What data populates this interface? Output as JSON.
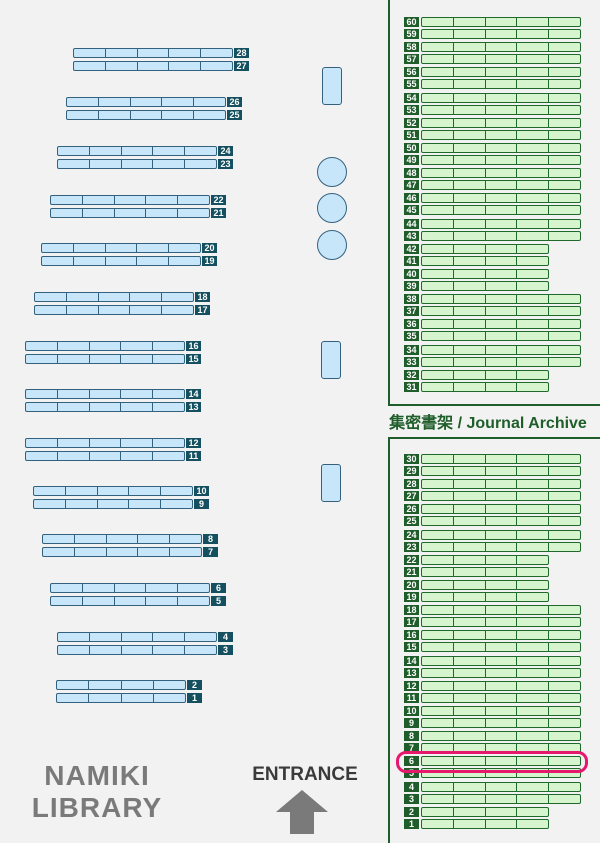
{
  "library": {
    "name_line1": "NAMIKI",
    "name_line2": "LIBRARY"
  },
  "entrance": {
    "label": "ENTRANCE"
  },
  "journal_archive": {
    "label": "集密書架 / Journal Archive"
  },
  "general_shelves": [
    {
      "number": "28",
      "row": 0,
      "pos": "upper"
    },
    {
      "number": "27",
      "row": 0,
      "pos": "lower"
    },
    {
      "number": "26",
      "row": 1,
      "pos": "upper"
    },
    {
      "number": "25",
      "row": 1,
      "pos": "lower"
    },
    {
      "number": "24",
      "row": 2,
      "pos": "upper"
    },
    {
      "number": "23",
      "row": 2,
      "pos": "lower"
    },
    {
      "number": "22",
      "row": 3,
      "pos": "upper"
    },
    {
      "number": "21",
      "row": 3,
      "pos": "lower"
    },
    {
      "number": "20",
      "row": 4,
      "pos": "upper"
    },
    {
      "number": "19",
      "row": 4,
      "pos": "lower"
    },
    {
      "number": "18",
      "row": 5,
      "pos": "upper"
    },
    {
      "number": "17",
      "row": 5,
      "pos": "lower"
    },
    {
      "number": "16",
      "row": 6,
      "pos": "upper"
    },
    {
      "number": "15",
      "row": 6,
      "pos": "lower"
    },
    {
      "number": "14",
      "row": 7,
      "pos": "upper"
    },
    {
      "number": "13",
      "row": 7,
      "pos": "lower"
    },
    {
      "number": "12",
      "row": 8,
      "pos": "upper"
    },
    {
      "number": "11",
      "row": 8,
      "pos": "lower"
    },
    {
      "number": "10",
      "row": 9,
      "pos": "upper"
    },
    {
      "number": "9",
      "row": 9,
      "pos": "lower"
    },
    {
      "number": "8",
      "row": 10,
      "pos": "upper"
    },
    {
      "number": "7",
      "row": 10,
      "pos": "lower"
    },
    {
      "number": "6",
      "row": 11,
      "pos": "upper"
    },
    {
      "number": "5",
      "row": 11,
      "pos": "lower"
    },
    {
      "number": "4",
      "row": 12,
      "pos": "upper"
    },
    {
      "number": "3",
      "row": 12,
      "pos": "lower"
    },
    {
      "number": "2",
      "row": 13,
      "pos": "upper"
    },
    {
      "number": "1",
      "row": 13,
      "pos": "lower"
    }
  ],
  "journal_shelves_upper": [
    "60",
    "59",
    "58",
    "57",
    "56",
    "55",
    "54",
    "53",
    "52",
    "51",
    "50",
    "49",
    "48",
    "47",
    "46",
    "45",
    "44",
    "43",
    "42",
    "41",
    "40",
    "39",
    "38",
    "37",
    "36",
    "35",
    "34",
    "33",
    "32",
    "31"
  ],
  "journal_shelves_lower": [
    "30",
    "29",
    "28",
    "27",
    "26",
    "25",
    "24",
    "23",
    "22",
    "21",
    "20",
    "19",
    "18",
    "17",
    "16",
    "15",
    "14",
    "13",
    "12",
    "11",
    "10",
    "9",
    "8",
    "7",
    "6",
    "5",
    "4",
    "3",
    "2",
    "1"
  ],
  "highlighted_shelf": "6",
  "colors": {
    "general_shelf": "#c7e6fa",
    "journal_shelf": "#d6f5cf",
    "highlight": "#e6186c",
    "wall": "#1f5e2a"
  }
}
